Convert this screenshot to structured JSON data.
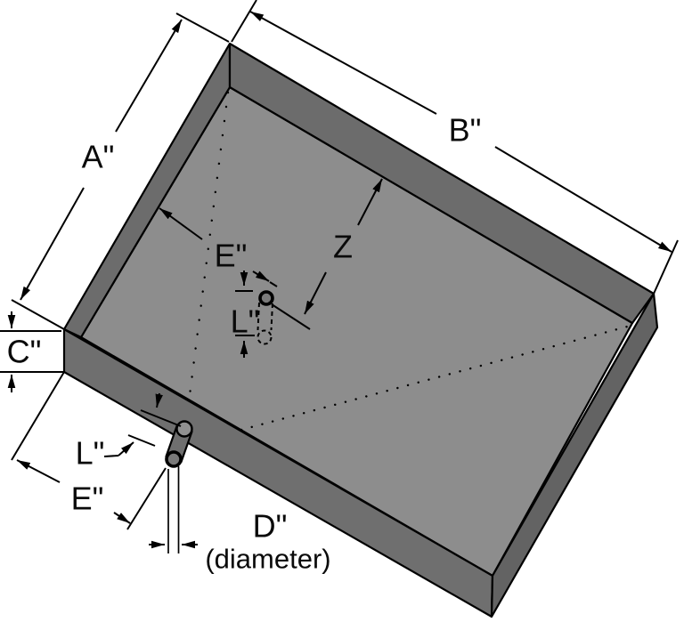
{
  "diagram": {
    "kind": "drain-pan-dimension-drawing",
    "labels": {
      "a": "A\"",
      "b": "B\"",
      "c": "C\"",
      "z": "Z",
      "e_floor": "E\"",
      "l_floor": "L\"",
      "l_pipe": "L\"",
      "e_pipe": "E\"",
      "d": "D\"",
      "d_note": "(diameter)"
    },
    "colors": {
      "background": "#ffffff",
      "pan_floor": "#8d8d8d",
      "wall_inner": "#6c6c6c",
      "wall_outer_left": "#6f6f6f",
      "wall_outer_right": "#636363",
      "line": "#000000",
      "drain_hole_fill": "#7a7a7a",
      "pipe_body": "#6f6f6f",
      "pipe_top_fill": "#919191",
      "pipe_end_fill": "#7a7a7a"
    }
  }
}
